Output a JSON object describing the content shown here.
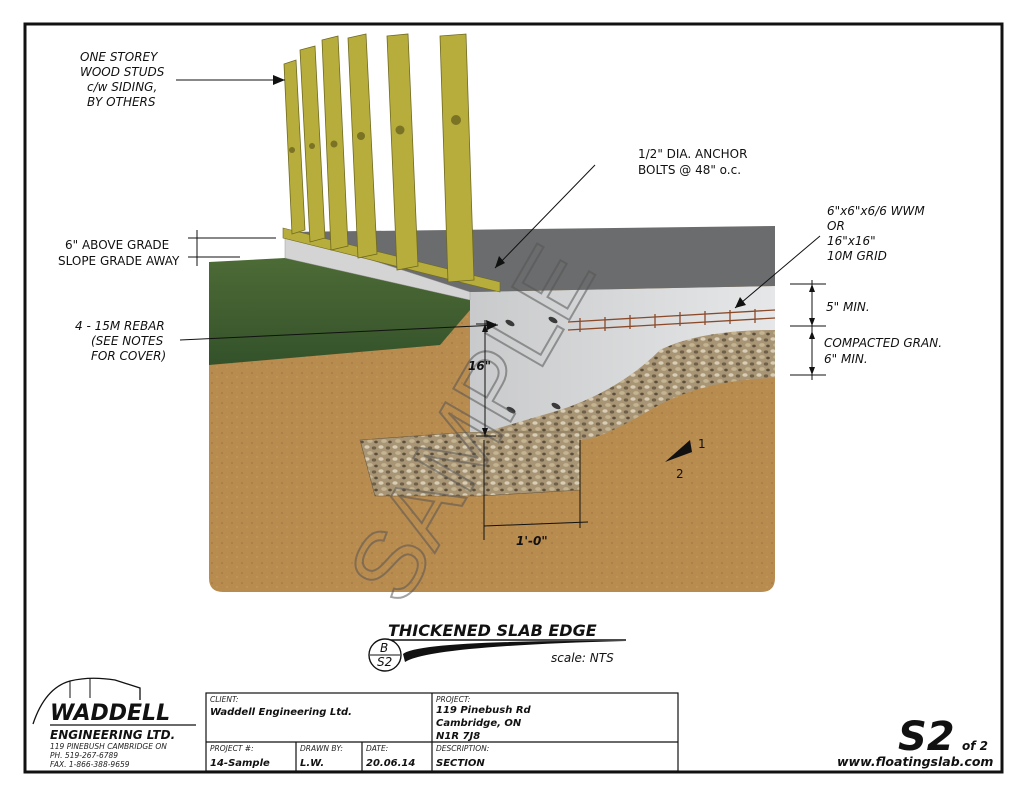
{
  "callouts": {
    "studs": [
      "ONE STOREY",
      "WOOD STUDS",
      "c/w SIDING,",
      "BY OTHERS"
    ],
    "anchor": [
      "1/2\" DIA. ANCHOR",
      "BOLTS  @ 48\" o.c."
    ],
    "wwm": [
      "6\"x6\"x6/6 WWM",
      "OR",
      "16\"x16\"",
      "10M GRID"
    ],
    "above_grade": "6\" ABOVE GRADE",
    "slope_grade": "SLOPE GRADE AWAY",
    "rebar": [
      "4 - 15M REBAR",
      "(SEE NOTES",
      "FOR COVER)"
    ],
    "slab_min": "5\" MIN.",
    "gran": [
      "COMPACTED GRAN.",
      "6\" MIN."
    ],
    "depth": "16\"",
    "width": "1'-0\"",
    "watermark": "SAMPLE",
    "view_arrow": [
      "1",
      "2"
    ]
  },
  "detail": {
    "title": "THICKENED SLAB EDGE",
    "bubble_top": "B",
    "bubble_bottom": "S2",
    "scale": "scale: NTS"
  },
  "company": {
    "name_line1": "WADDELL",
    "name_line2": "ENGINEERING LTD.",
    "address": "119 PINEBUSH  CAMBRIDGE ON",
    "phone": "PH. 519-267-6789",
    "fax": "FAX. 1-866-388-9659"
  },
  "title_block": {
    "client_label": "CLIENT:",
    "client": "Waddell Engineering Ltd.",
    "project_label": "PROJECT:",
    "project_lines": [
      "119 Pinebush Rd",
      "Cambridge, ON",
      "N1R 7J8"
    ],
    "project_no_label": "PROJECT #:",
    "project_no": "14-Sample",
    "drawn_by_label": "DRAWN BY:",
    "drawn_by": "L.W.",
    "date_label": "DATE:",
    "date": "20.06.14",
    "description_label": "DESCRIPTION:",
    "description": "SECTION"
  },
  "sheet": {
    "number": "S2",
    "of": "of 2",
    "website": "www.floatingslab.com"
  },
  "colors": {
    "soil": "#b5894e",
    "concrete": "#d9dadb",
    "slab_top": "#6b6c6d",
    "gravel": "#9b8a6e",
    "grass": "#3f5f2e",
    "lumber": "#b7ad3c",
    "rebar": "#8a4a2a"
  }
}
